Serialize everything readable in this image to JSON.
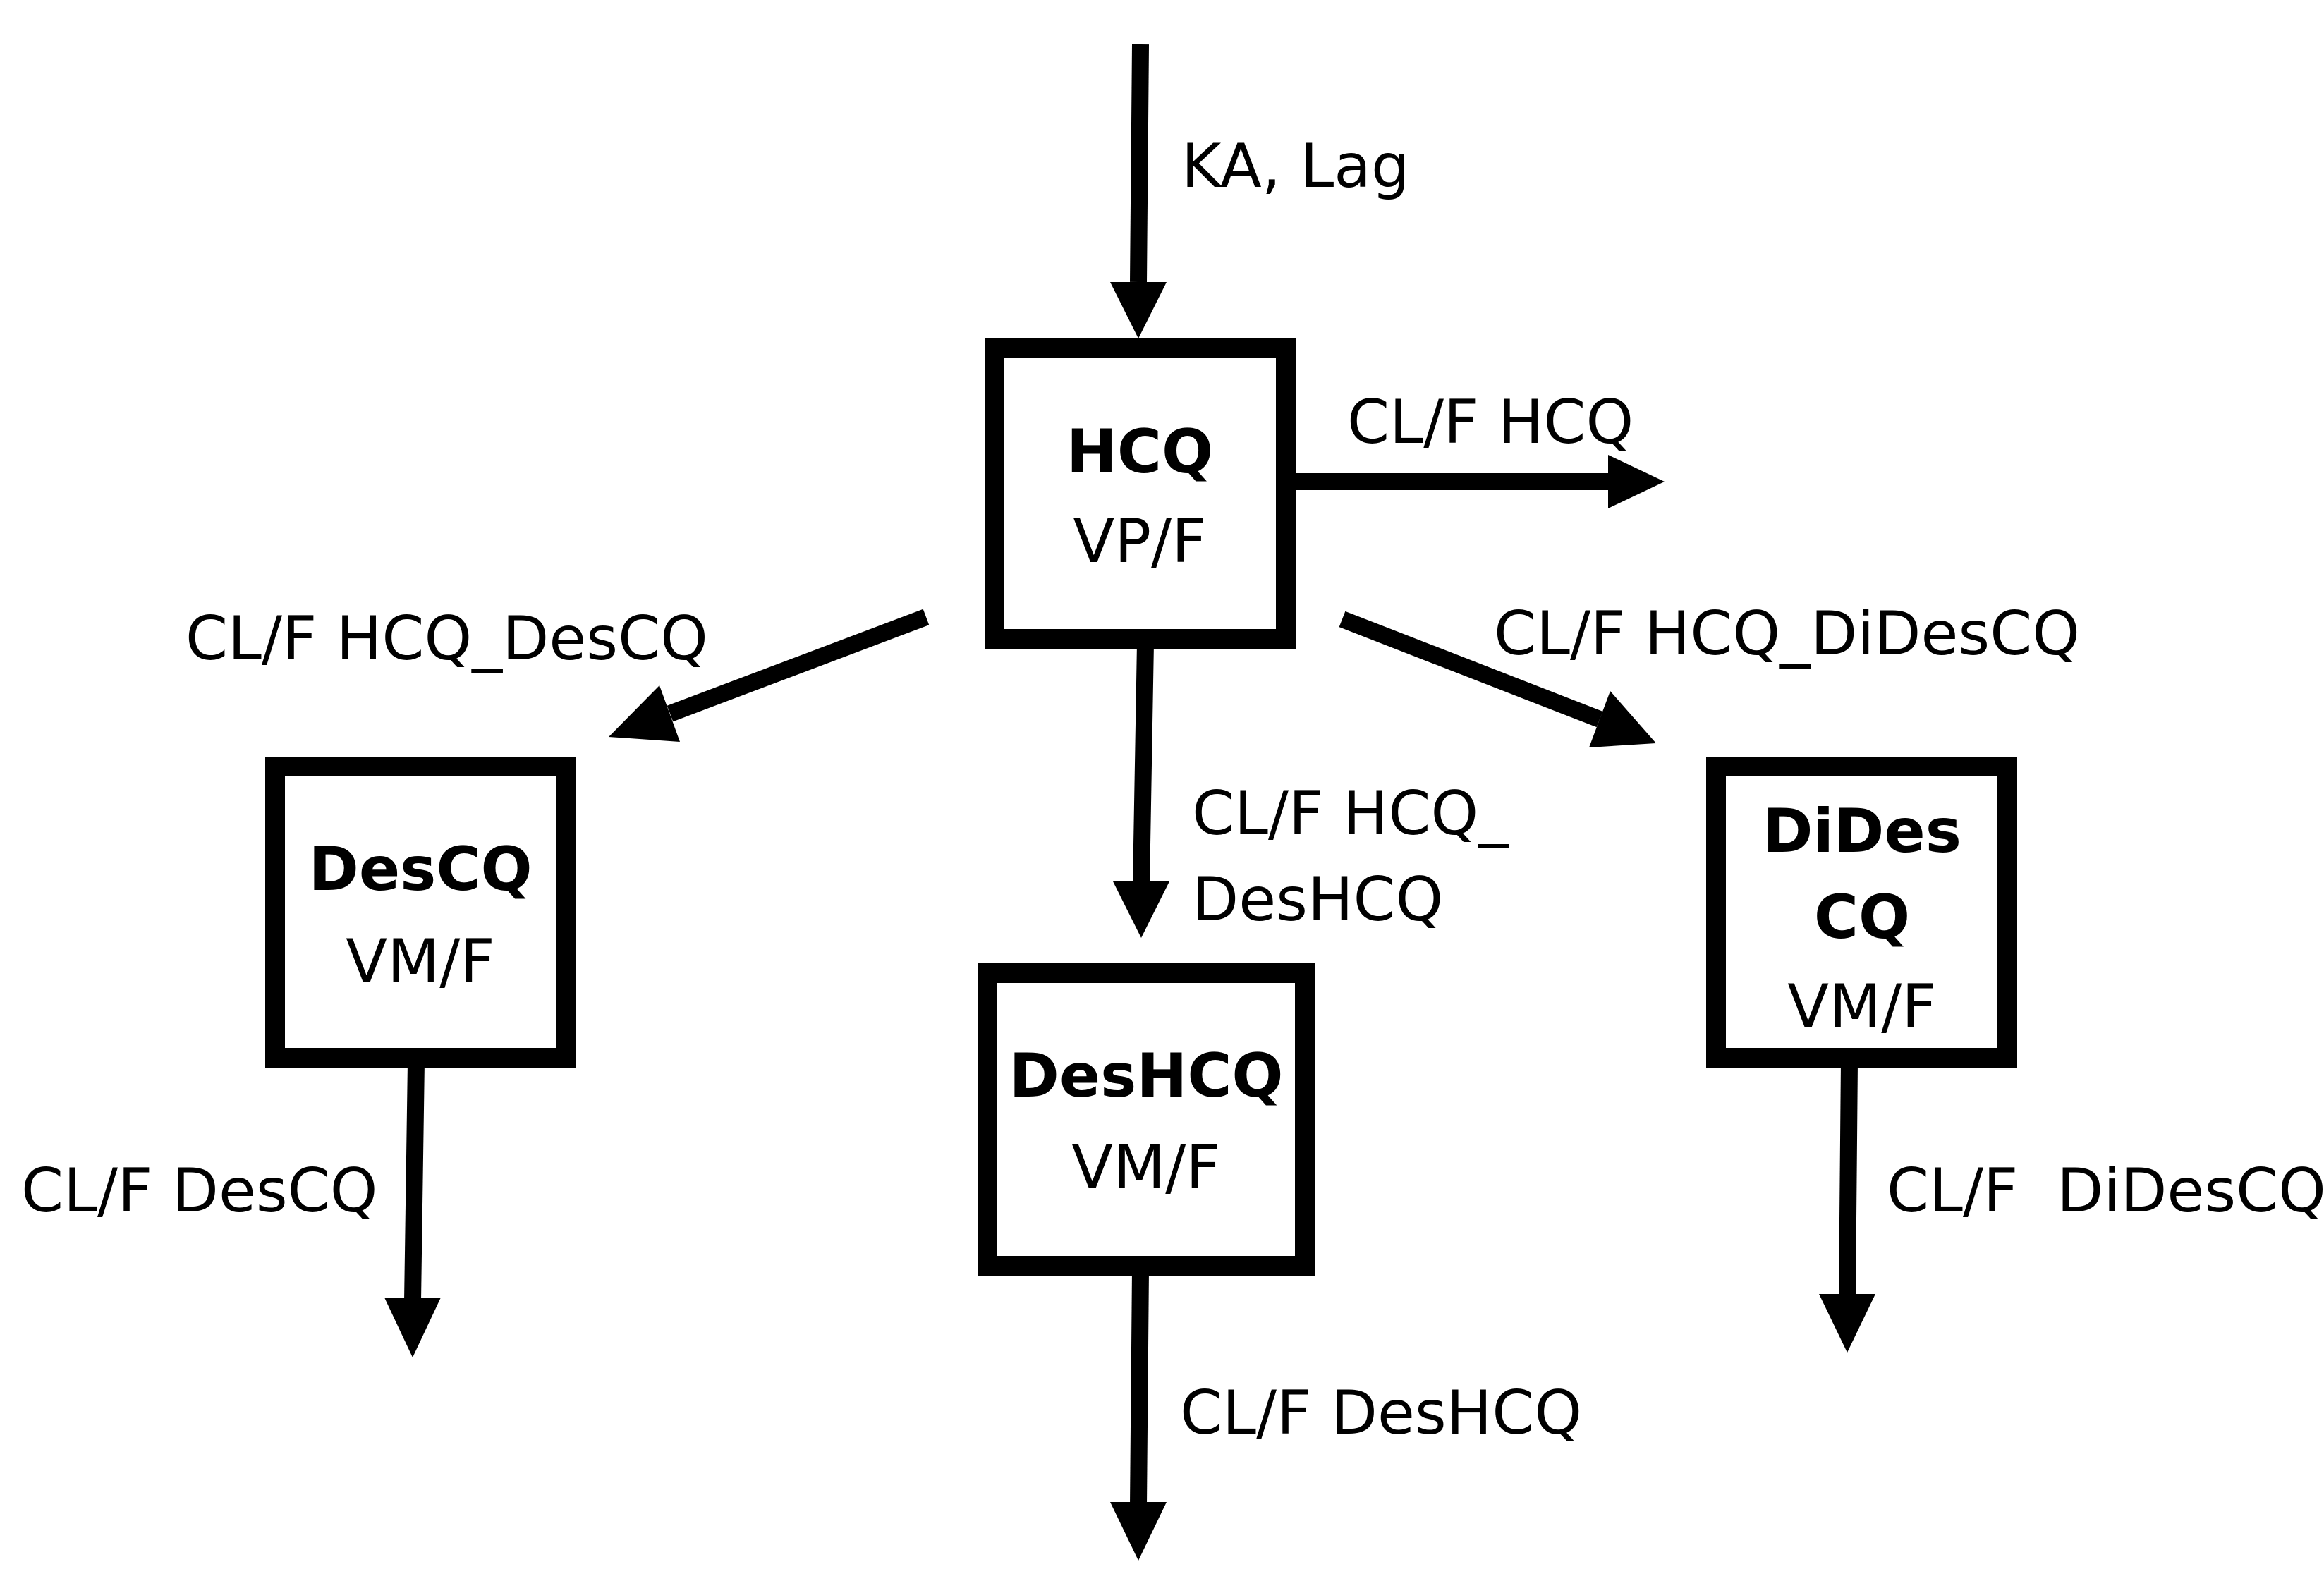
{
  "diagram": {
    "compartments": {
      "hcq": {
        "name": "HCQ",
        "volume": "VP/F"
      },
      "descq": {
        "name": "DesCQ",
        "volume": "VM/F"
      },
      "deshcq": {
        "name": "DesHCQ",
        "volume": "VM/F"
      },
      "didescq": {
        "name_line1": "DiDes",
        "name_line2": "CQ",
        "volume": "VM/F"
      }
    },
    "labels": {
      "absorption": "KA, Lag",
      "cl_hcq": "CL/F HCQ",
      "cl_hcq_descq": "CL/F HCQ_DesCQ",
      "cl_hcq_didescq": "CL/F HCQ_DiDesCQ",
      "cl_hcq_deshcq_line1": "CL/F HCQ_",
      "cl_hcq_deshcq_line2": "DesHCQ",
      "cl_descq": "CL/F DesCQ",
      "cl_deshcq": "CL/F DesHCQ",
      "cl_didescq": "CL/F  DiDesCQ"
    }
  }
}
